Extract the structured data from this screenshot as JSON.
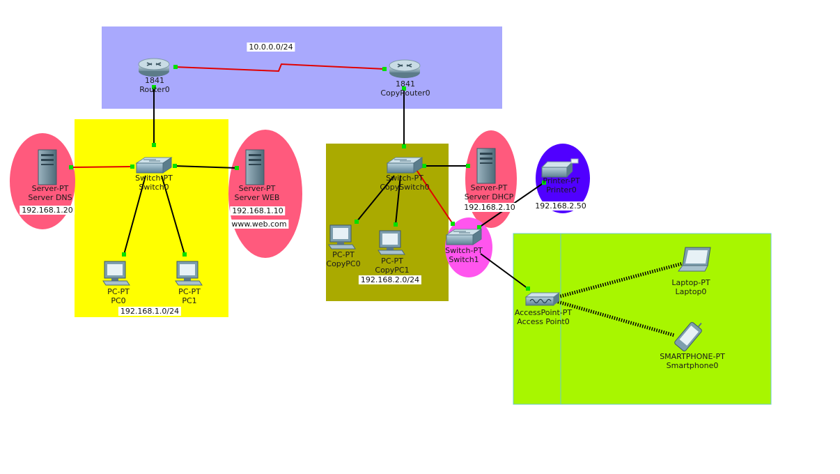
{
  "net_router": "10.0.0.0/24",
  "router0": {
    "model": "1841",
    "name": "Router0"
  },
  "router1": {
    "model": "1841",
    "name": "CopyRouter0"
  },
  "switch0": {
    "model": "Switch-PT",
    "name": "Switch0"
  },
  "switch_copy": {
    "model": "Switch-PT",
    "name": "CopySwitch0"
  },
  "switch1": {
    "model": "Switch-PT",
    "name": "Switch1"
  },
  "server_dns": {
    "model": "Server-PT",
    "name": "Server DNS",
    "ip": "192.168.1.20"
  },
  "server_web": {
    "model": "Server-PT",
    "name": "Server WEB",
    "ip": "192.168.1.10",
    "url": "www.web.com"
  },
  "server_dhcp": {
    "model": "Server-PT",
    "name": "Server DHCP",
    "ip": "192.168.2.10"
  },
  "printer": {
    "model": "Printer-PT",
    "name": "Printer0",
    "ip": "192.168.2.50"
  },
  "pc0": {
    "model": "PC-PT",
    "name": "PC0"
  },
  "pc1": {
    "model": "PC-PT",
    "name": "PC1"
  },
  "copypc0": {
    "model": "PC-PT",
    "name": "CopyPC0"
  },
  "copypc1": {
    "model": "PC-PT",
    "name": "CopyPC1"
  },
  "net_left": "192.168.1.0/24",
  "net_mid": "192.168.2.0/24",
  "ap": {
    "model": "AccessPoint-PT",
    "name": "Access Point0"
  },
  "laptop": {
    "model": "Laptop-PT",
    "name": "Laptop0"
  },
  "phone": {
    "model": "SMARTPHONE-PT",
    "name": "Smartphone0"
  },
  "colors": {
    "router_area": "#a9a9fd",
    "lan1_area": "#ffff00",
    "lan2_area": "#aaaa00",
    "wifi_area": "#a8f600",
    "server_halo": "#ff5a7d",
    "printer_halo": "#5000ff",
    "switch_halo": "#ff55ee",
    "link_red": "#e00000",
    "link_black": "#000000",
    "port_green": "#00e000"
  }
}
